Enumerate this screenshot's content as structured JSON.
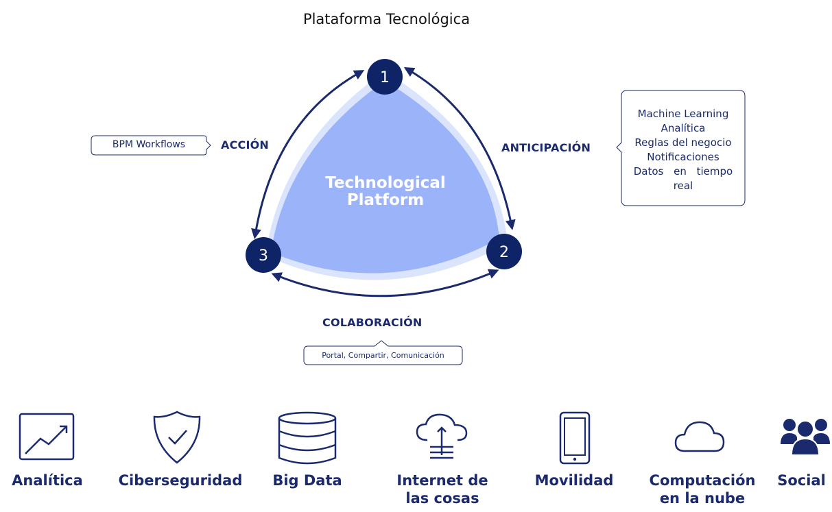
{
  "title": "Plataforma Tecnológica",
  "center_label": [
    "Technological",
    "Platform"
  ],
  "nodes": [
    "1",
    "2",
    "3"
  ],
  "stages": {
    "accion": "ACCIÓN",
    "anticipacion": "ANTICIPACIÓN",
    "colaboracion": "COLABORACIÓN"
  },
  "callouts": {
    "accion": "BPM Workflows",
    "anticipacion": [
      "Machine Learning",
      "Analítica",
      "Reglas del negocio",
      "Notificaciones",
      "Datos en tiempo",
      "real"
    ],
    "colaboracion": "Portal, Compartir, Comunicación"
  },
  "categories": [
    {
      "icon": "analytics-chart-icon",
      "label": [
        "Analítica"
      ]
    },
    {
      "icon": "shield-check-icon",
      "label": [
        "Ciberseguridad"
      ]
    },
    {
      "icon": "database-icon",
      "label": [
        "Big Data"
      ]
    },
    {
      "icon": "cloud-upload-icon",
      "label": [
        "Internet de",
        "las cosas"
      ]
    },
    {
      "icon": "smartphone-icon",
      "label": [
        "Movilidad"
      ]
    },
    {
      "icon": "cloud-icon",
      "label": [
        "Computación",
        "en la nube"
      ]
    },
    {
      "icon": "users-icon",
      "label": [
        "Social"
      ]
    }
  ],
  "colors": {
    "navy": "#1a2a6c",
    "node": "#0f2466",
    "triangle_fill": "#9bb3f8",
    "triangle_light": "#dbe4fd"
  }
}
